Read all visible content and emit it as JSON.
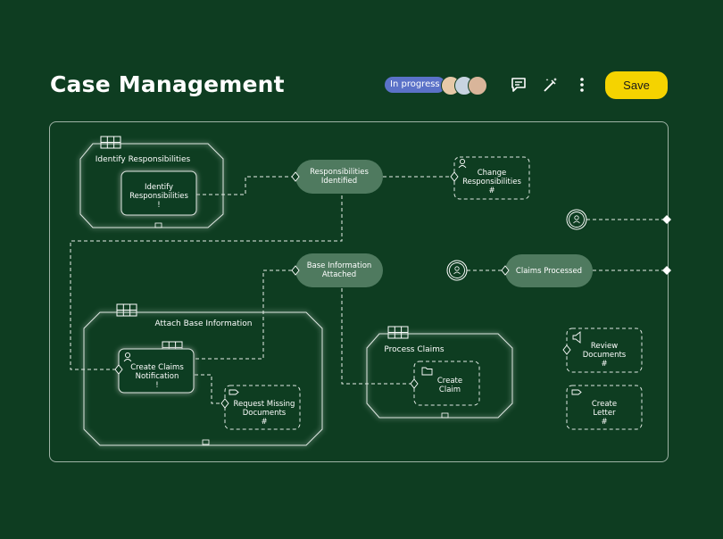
{
  "header": {
    "title": "Case Management",
    "status": "In progress",
    "save_label": "Save",
    "avatar_colors": [
      "#e6c9a8",
      "#c7d3e0",
      "#d9b59a"
    ]
  },
  "toolbar_icons": [
    "comment-icon",
    "magic-wand-icon",
    "more-vertical-icon"
  ],
  "stages": {
    "identify": "Identify Responsibilities",
    "attach": "Attach Base Information",
    "process": "Process Claims"
  },
  "tasks": {
    "identify_task": [
      "Identify",
      "Responsibilities",
      "!"
    ],
    "change_resp": [
      "Change",
      "Responsibilities",
      "#"
    ],
    "create_claims": [
      "Create Claims",
      "Notification",
      "!"
    ],
    "request_missing": [
      "Request Missing",
      "Documents",
      "#"
    ],
    "create_claim": [
      "Create",
      "Claim"
    ],
    "review_docs": [
      "Review",
      "Documents",
      "#"
    ],
    "create_letter": [
      "Create",
      "Letter",
      "#"
    ]
  },
  "milestones": {
    "responsibilities": [
      "Responsibilities",
      "Identified"
    ],
    "base_info": [
      "Base Information",
      "Attached"
    ],
    "claims_processed": "Claims Processed"
  },
  "colors": {
    "background": "#0e3d21",
    "milestone_fill": "#4f7a5f",
    "accent": "#f5d300",
    "status": "#5b72c8",
    "line": "#e8efe9"
  }
}
